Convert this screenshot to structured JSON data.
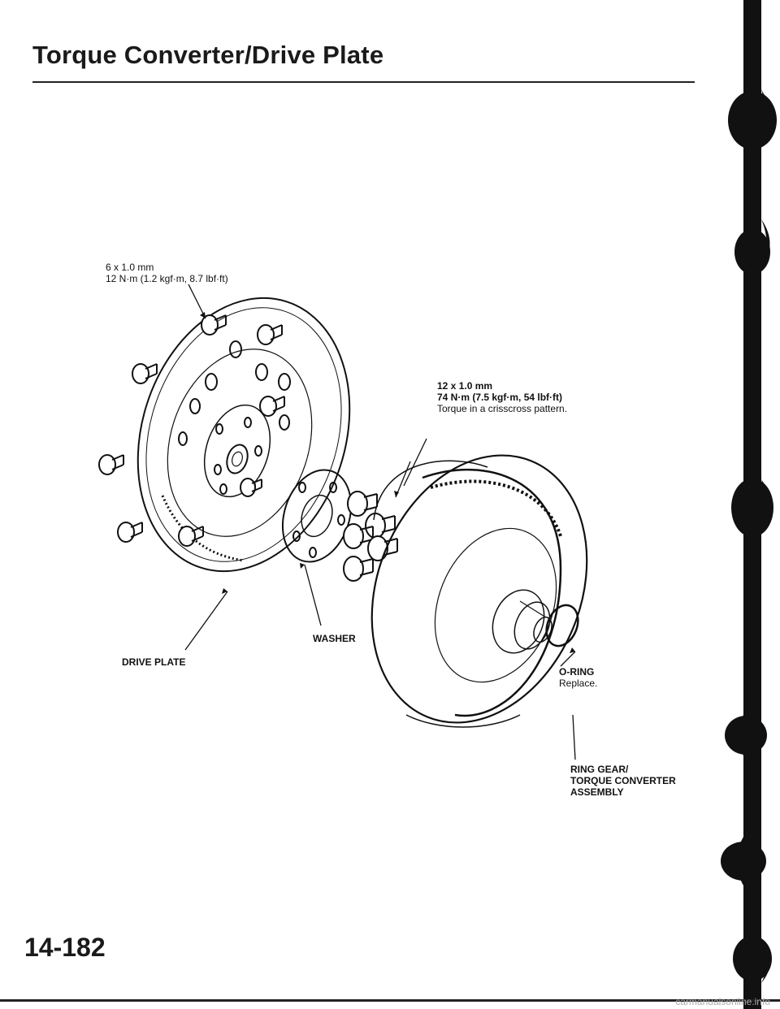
{
  "header": {
    "title": "Torque Converter/Drive Plate"
  },
  "labels": {
    "small_bolt": {
      "size": "6 x 1.0 mm",
      "torque": "12 N·m (1.2 kgf·m, 8.7 lbf·ft)"
    },
    "large_bolt": {
      "size": "12 x 1.0 mm",
      "torque": "74 N·m (7.5 kgf·m, 54 lbf·ft)",
      "note": "Torque in a crisscross pattern."
    },
    "drive_plate": "DRIVE PLATE",
    "washer": "WASHER",
    "o_ring": {
      "name": "O-RING",
      "note": "Replace."
    },
    "converter": {
      "line1": "RING GEAR/",
      "line2": "TORQUE CONVERTER",
      "line3": "ASSEMBLY"
    }
  },
  "footer": {
    "page_number": "14-182",
    "watermark": "carmanualsonline.info"
  }
}
